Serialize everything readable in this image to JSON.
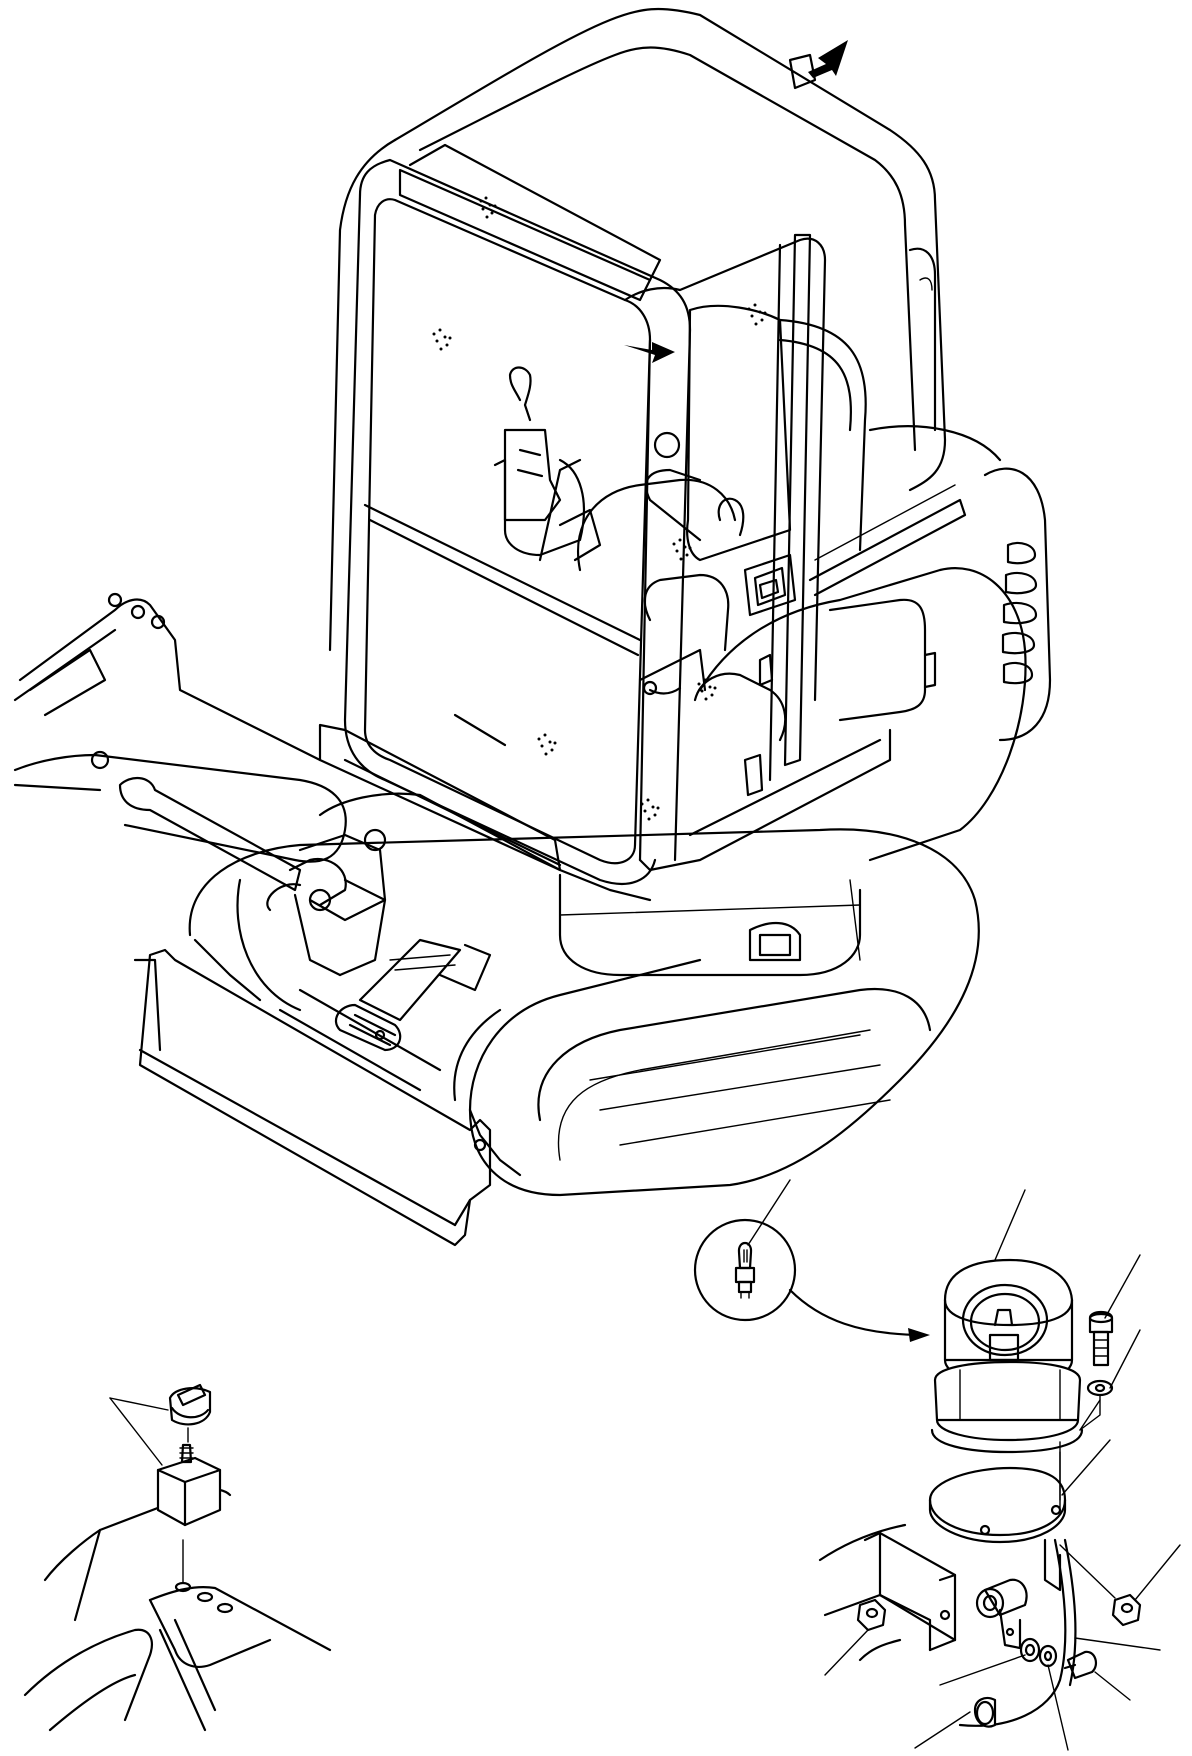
{
  "figure": {
    "icons": {
      "arrow_a": "location-arrow-icon",
      "arrow_b": "location-arrow-icon"
    },
    "parts": [
      "cab-structure",
      "upper-frame",
      "tracks",
      "dozer-blade",
      "boom",
      "switch-knob",
      "switch-body",
      "bulb",
      "rotating-beacon",
      "beacon-base",
      "mounting-bracket",
      "socket",
      "fasteners"
    ],
    "callout_count": 12
  }
}
